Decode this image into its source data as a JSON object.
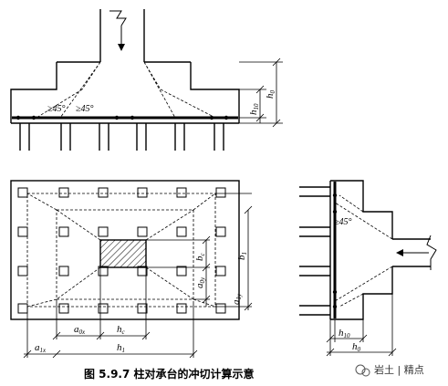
{
  "caption": "图 5.9.7  柱对承台的冲切计算示意",
  "watermark": "岩土 | 精点",
  "top_view": {
    "angle_left": "≥45°",
    "angle_right": "≥45°",
    "dim_h10_main": "h",
    "dim_h10_sub": "10",
    "dim_h0_main": "h",
    "dim_h0_sub": "0"
  },
  "plan_view": {
    "dim_a0x_main": "a",
    "dim_a0x_sub": "0x",
    "dim_hc_main": "h",
    "dim_hc_sub": "c",
    "dim_a1x_main": "a",
    "dim_a1x_sub": "1x",
    "dim_h1_main": "h",
    "dim_h1_sub": "1",
    "dim_bc_main": "b",
    "dim_bc_sub": "c",
    "dim_a0y_main": "a",
    "dim_a0y_sub": "0y",
    "dim_b1_main": "b",
    "dim_b1_sub": "1",
    "dim_a1y_main": "a",
    "dim_a1y_sub": "1y"
  },
  "side_view": {
    "angle": "≥45°",
    "dim_h10_main": "h",
    "dim_h10_sub": "10",
    "dim_h0_main": "h",
    "dim_h0_sub": "0"
  }
}
